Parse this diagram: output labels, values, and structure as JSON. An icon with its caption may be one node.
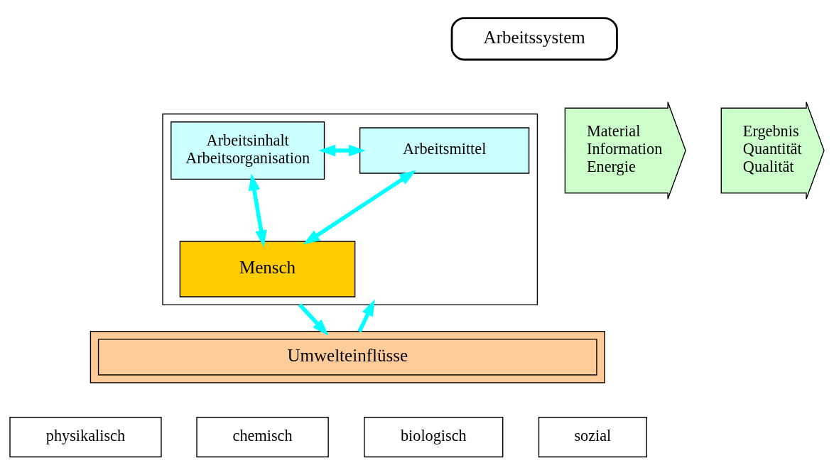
{
  "diagram": {
    "nodes": [
      {
        "text": [
          "Arbeitssystem"
        ]
      },
      {
        "text": [],
        "shape": "box"
      },
      {
        "text": [
          "Arbeitsinhalt Arbeitsorganisation"
        ],
        "in": 1
      },
      {
        "text": [
          "Arbeitsmittel"
        ],
        "in": 1
      },
      {
        "text": [
          "Mensch"
        ],
        "in": 1
      },
      {
        "text": [
          "Material Information Energie"
        ]
      },
      {
        "text": [
          "Ergebnis Quantität Qualität"
        ]
      },
      {
        "text": [],
        "shape": "box"
      },
      {
        "text": [
          "Umwelteinflüsse"
        ],
        "in": 7
      },
      {
        "text": [
          "physikalisch"
        ]
      },
      {
        "text": [
          "chemisch"
        ]
      },
      {
        "text": [
          "biologisch"
        ]
      },
      {
        "text": [
          "sozial"
        ]
      }
    ],
    "edges": [
      {
        "from": 2,
        "to": 3,
        "arrow": "both",
        "color": "#00ffff"
      },
      {
        "from": 2,
        "to": 4,
        "arrow": "both",
        "color": "#00ffff"
      },
      {
        "from": 3,
        "to": 4,
        "arrow": "both",
        "color": "#00ffff"
      },
      {
        "from": 1,
        "to": 7,
        "arrow": "to",
        "color": "#00ffff"
      },
      {
        "from": 7,
        "to": 1,
        "arrow": "to",
        "color": "#00ffff"
      }
    ]
  }
}
